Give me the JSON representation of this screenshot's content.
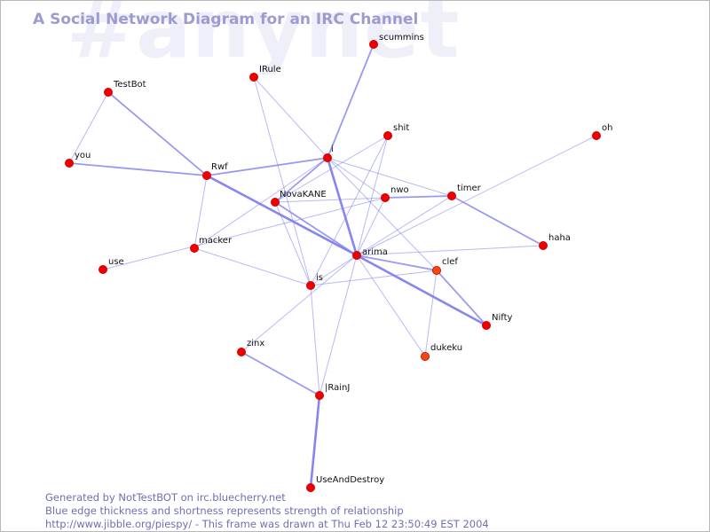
{
  "title": "A Social Network Diagram for an IRC Channel",
  "watermark": "#anynet",
  "footer": [
    "Generated by NotTestBOT on irc.bluecherry.net",
    "Blue edge thickness and shortness represents strength of relationship",
    "http://www.jibble.org/piespy/ - This frame was drawn at Thu Feb 12 23:50:49 EST 2004"
  ],
  "colors": {
    "edge": "#8080f0",
    "node": "#ee0000",
    "node_stroke": "#cc0000",
    "node_alt": "#ee4a10",
    "title": "#9c9cd2",
    "watermark": "#efeff9",
    "footer": "#6f6fb4"
  },
  "nodes": [
    {
      "id": "scummins",
      "label": "scummins"
    },
    {
      "id": "IRule",
      "label": "IRule"
    },
    {
      "id": "TestBot",
      "label": "TestBot"
    },
    {
      "id": "shit",
      "label": "shit"
    },
    {
      "id": "oh",
      "label": "oh"
    },
    {
      "id": "i",
      "label": "i"
    },
    {
      "id": "you",
      "label": "you"
    },
    {
      "id": "Rwf",
      "label": "Rwf"
    },
    {
      "id": "NovaKANE",
      "label": "NovaKANE"
    },
    {
      "id": "nwo",
      "label": "nwo"
    },
    {
      "id": "timer",
      "label": "timer"
    },
    {
      "id": "macker",
      "label": "macker"
    },
    {
      "id": "haha",
      "label": "haha"
    },
    {
      "id": "arima",
      "label": "arima"
    },
    {
      "id": "use",
      "label": "use"
    },
    {
      "id": "clef",
      "label": "clef"
    },
    {
      "id": "is",
      "label": "is"
    },
    {
      "id": "Nifty",
      "label": "Nifty"
    },
    {
      "id": "zinx",
      "label": "zinx"
    },
    {
      "id": "dukeku",
      "label": "dukeku"
    },
    {
      "id": "RainJ",
      "label": "|RainJ"
    },
    {
      "id": "UseAndDestroy",
      "label": "UseAndDestroy"
    }
  ],
  "edges": [
    {
      "source": "scummins",
      "target": "i",
      "strength": 2
    },
    {
      "source": "IRule",
      "target": "i",
      "strength": 1
    },
    {
      "source": "IRule",
      "target": "is",
      "strength": 1
    },
    {
      "source": "TestBot",
      "target": "you",
      "strength": 1
    },
    {
      "source": "TestBot",
      "target": "Rwf",
      "strength": 2
    },
    {
      "source": "you",
      "target": "Rwf",
      "strength": 2
    },
    {
      "source": "Rwf",
      "target": "i",
      "strength": 2
    },
    {
      "source": "Rwf",
      "target": "arima",
      "strength": 3
    },
    {
      "source": "Rwf",
      "target": "macker",
      "strength": 1
    },
    {
      "source": "i",
      "target": "NovaKANE",
      "strength": 2
    },
    {
      "source": "i",
      "target": "arima",
      "strength": 3
    },
    {
      "source": "i",
      "target": "timer",
      "strength": 1
    },
    {
      "source": "i",
      "target": "nwo",
      "strength": 1
    },
    {
      "source": "i",
      "target": "clef",
      "strength": 1
    },
    {
      "source": "i",
      "target": "macker",
      "strength": 1
    },
    {
      "source": "shit",
      "target": "arima",
      "strength": 1
    },
    {
      "source": "shit",
      "target": "is",
      "strength": 1
    },
    {
      "source": "shit",
      "target": "NovaKANE",
      "strength": 1
    },
    {
      "source": "oh",
      "target": "arima",
      "strength": 1
    },
    {
      "source": "NovaKANE",
      "target": "arima",
      "strength": 2
    },
    {
      "source": "NovaKANE",
      "target": "nwo",
      "strength": 1
    },
    {
      "source": "NovaKANE",
      "target": "is",
      "strength": 1
    },
    {
      "source": "nwo",
      "target": "timer",
      "strength": 2
    },
    {
      "source": "nwo",
      "target": "arima",
      "strength": 1
    },
    {
      "source": "nwo",
      "target": "use",
      "strength": 1
    },
    {
      "source": "timer",
      "target": "haha",
      "strength": 2
    },
    {
      "source": "timer",
      "target": "arima",
      "strength": 1
    },
    {
      "source": "macker",
      "target": "is",
      "strength": 1
    },
    {
      "source": "arima",
      "target": "haha",
      "strength": 1
    },
    {
      "source": "arima",
      "target": "clef",
      "strength": 2
    },
    {
      "source": "arima",
      "target": "Nifty",
      "strength": 3
    },
    {
      "source": "arima",
      "target": "dukeku",
      "strength": 1
    },
    {
      "source": "arima",
      "target": "is",
      "strength": 1
    },
    {
      "source": "arima",
      "target": "zinx",
      "strength": 1
    },
    {
      "source": "arima",
      "target": "RainJ",
      "strength": 1
    },
    {
      "source": "clef",
      "target": "is",
      "strength": 1
    },
    {
      "source": "clef",
      "target": "Nifty",
      "strength": 2
    },
    {
      "source": "clef",
      "target": "dukeku",
      "strength": 1
    },
    {
      "source": "is",
      "target": "RainJ",
      "strength": 1
    },
    {
      "source": "zinx",
      "target": "RainJ",
      "strength": 2
    },
    {
      "source": "RainJ",
      "target": "UseAndDestroy",
      "strength": 3
    }
  ]
}
